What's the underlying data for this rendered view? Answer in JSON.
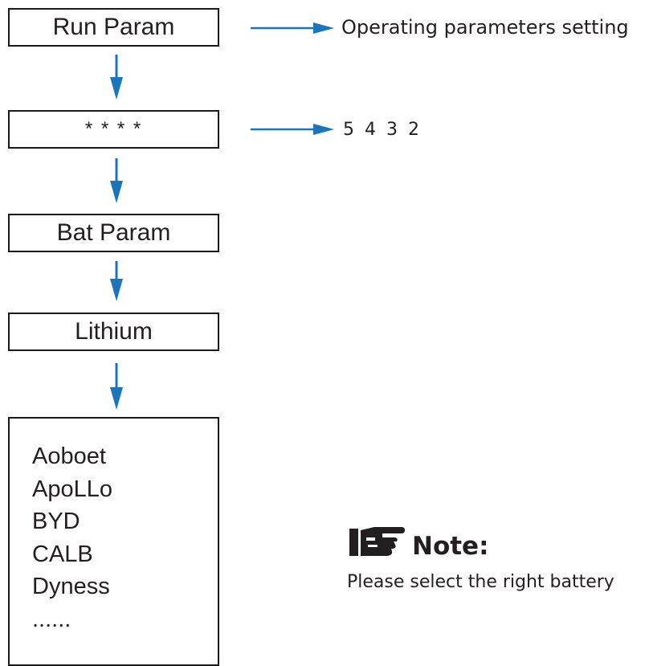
{
  "flow": {
    "step1": "Run Param",
    "step2": "* * * *",
    "step3": "Bat Param",
    "step4": "Lithium",
    "options": [
      "Aoboet",
      "ApoLLo",
      "BYD",
      "CALB",
      "Dyness",
      "......"
    ]
  },
  "annotations": {
    "run_param_desc": "Operating parameters setting",
    "password": "5 4 3 2"
  },
  "note": {
    "title": "Note:",
    "text": "Please select the right battery",
    "icon": "pointing-hand-icon"
  },
  "colors": {
    "arrow": "#1b75bb",
    "box_border": "#1a1a1a",
    "text": "#231f20"
  }
}
